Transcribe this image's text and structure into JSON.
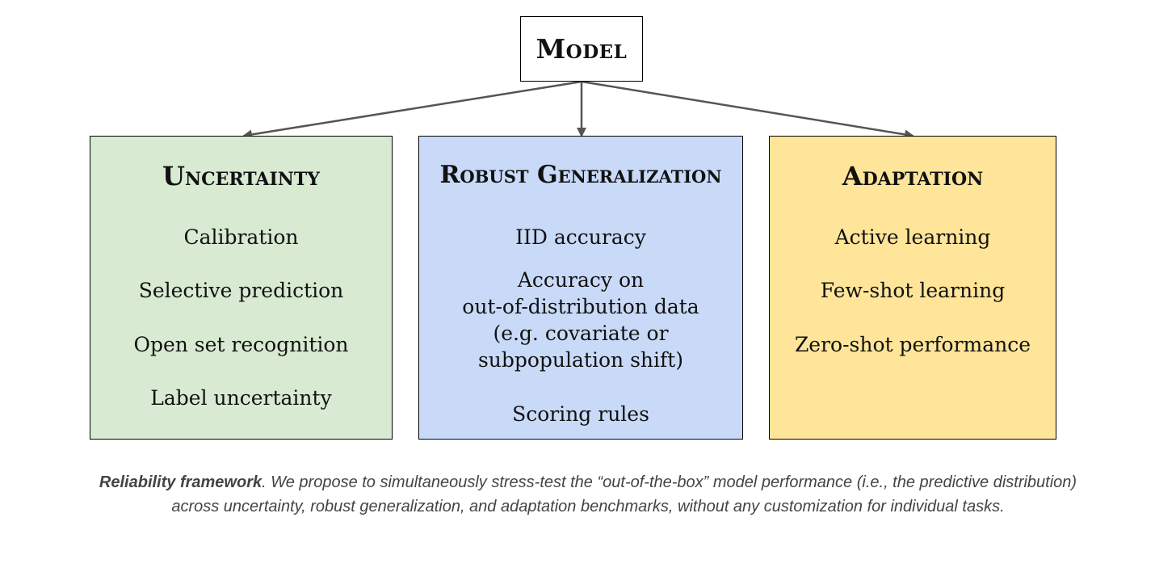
{
  "colors": {
    "uncertainty_bg": "#d9ead3",
    "robust_bg": "#c9daf8",
    "adaptation_bg": "#ffe599",
    "border": "#000000",
    "arrow": "#555555"
  },
  "model": {
    "title": "Model"
  },
  "categories": [
    {
      "id": "uncertainty",
      "title": "Uncertainty",
      "items": [
        "Calibration",
        "Selective prediction",
        "Open set recognition",
        "Label uncertainty"
      ]
    },
    {
      "id": "robust-generalization",
      "title": "Robust Generalization",
      "items": [
        "IID accuracy",
        "Accuracy on\nout-of-distribution data\n(e.g. covariate or\nsubpopulation shift)",
        "Scoring rules"
      ]
    },
    {
      "id": "adaptation",
      "title": "Adaptation",
      "items": [
        "Active learning",
        "Few-shot learning",
        "Zero-shot performance"
      ]
    }
  ],
  "caption": {
    "strong": "Reliability framework",
    "text": ". We propose to simultaneously stress-test the “out-of-the-box” model performance (i.e., the predictive distribution) across uncertainty, robust generalization, and adaptation benchmarks, without any customization for individual tasks."
  }
}
